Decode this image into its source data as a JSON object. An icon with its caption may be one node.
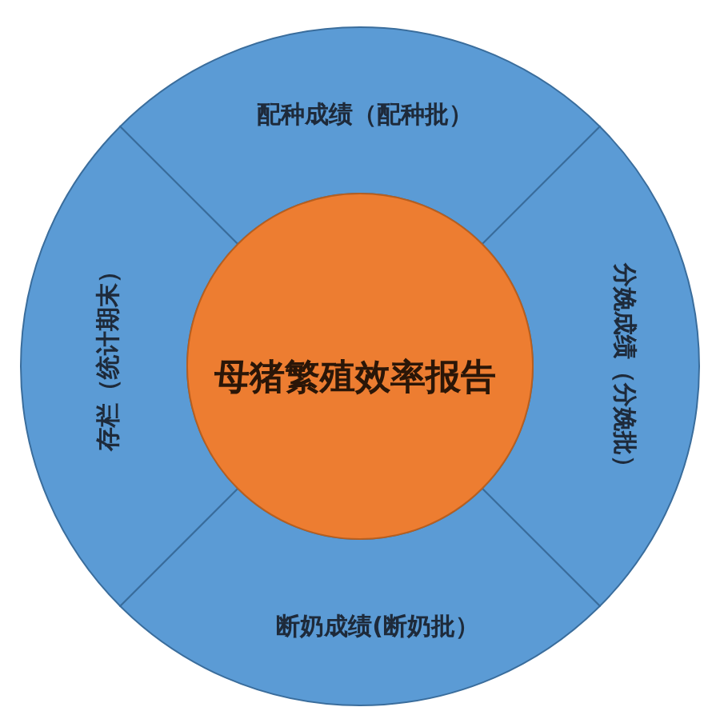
{
  "diagram": {
    "nodes": [
      {
        "text": [
          "母猪繁殖效率报告"
        ]
      },
      {
        "text": [
          "配种成绩（配种批）"
        ]
      },
      {
        "text": [
          "分娩成绩（分娩批）"
        ]
      },
      {
        "text": [
          "断奶成绩(断奶批）"
        ]
      },
      {
        "text": [
          "存栏（统计期末）"
        ]
      }
    ]
  }
}
